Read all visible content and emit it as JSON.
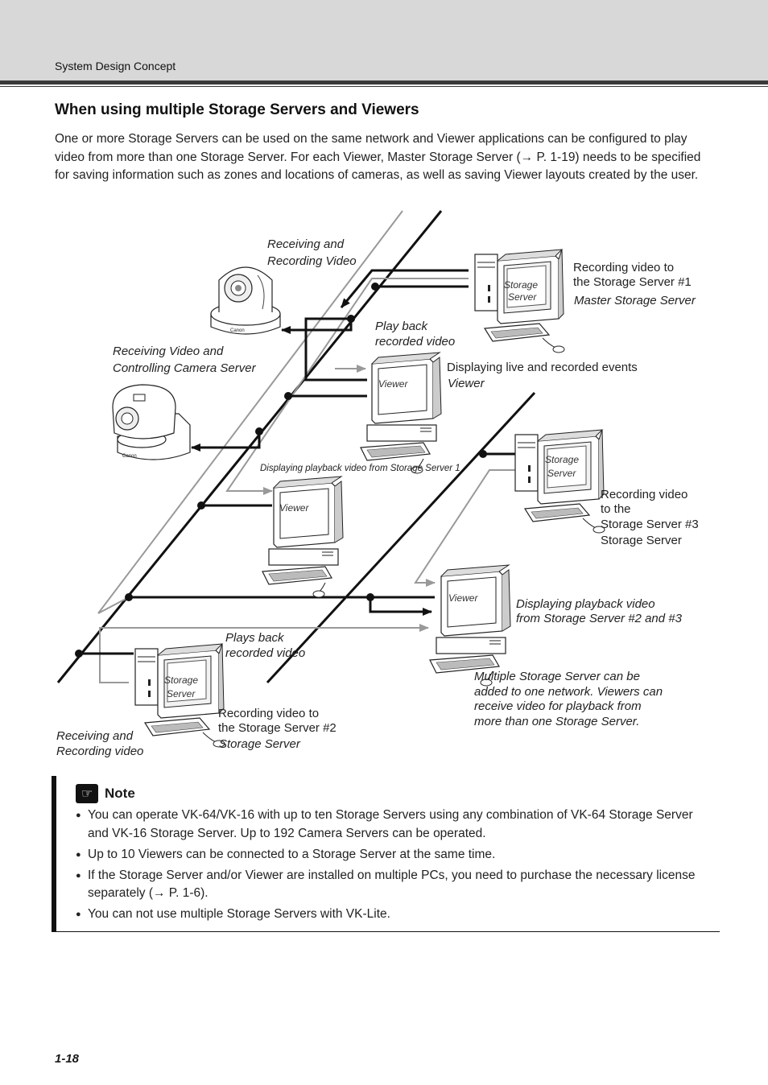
{
  "header": {
    "section": "System Design Concept"
  },
  "heading": "When using multiple Storage Servers and Viewers",
  "intro": "One or more Storage Servers can be used on the same network and Viewer applications can be configured to play video from more than one Storage Server. For each Viewer, Master Storage Server (→ P. 1-19) needs to be specified for saving information such as zones and locations of cameras, as well as saving Viewer layouts created by the user.",
  "diagram": {
    "screen_storage_1": "Storage",
    "screen_storage_2": "Server",
    "screen_viewer": "Viewer",
    "receiving_recording_video_1": "Receiving and",
    "receiving_recording_video_2": "Recording Video",
    "recording_to_ss1_1": "Recording video to",
    "recording_to_ss1_2": "the Storage Server #1",
    "master_storage_server": "Master Storage Server",
    "play_back_1": "Play back",
    "play_back_2": "recorded video",
    "receiving_controlling_1": "Receiving Video and",
    "receiving_controlling_2": "Controlling Camera Server",
    "displaying_live_1": "Displaying live and recorded events",
    "displaying_live_2": "Viewer",
    "displaying_playback_ss1": "Displaying playback video from Storage Server 1",
    "recording_to_ss3_1": "Recording video",
    "recording_to_ss3_2": "to the",
    "recording_to_ss3_3": "Storage Server #3",
    "recording_to_ss3_4": "Storage Server",
    "displaying_playback_23_1": "Displaying playback video",
    "displaying_playback_23_2": "from Storage Server #2 and #3",
    "plays_back_1": "Plays back",
    "plays_back_2": "recorded video",
    "multiple_1": "Multiple Storage Server can be",
    "multiple_2": "added to one network. Viewers can",
    "multiple_3": "receive video for playback from",
    "multiple_4": "more than one Storage Server.",
    "recording_to_ss2_1": "Recording video to",
    "recording_to_ss2_2": "the Storage Server #2",
    "recording_to_ss2_3": "Storage Server",
    "receiving_recording_lower_1": "Receiving and",
    "receiving_recording_lower_2": "Recording video"
  },
  "note": {
    "title": "Note",
    "icon": "pointing-hand-icon",
    "items": [
      "You can operate VK-64/VK-16 with up to ten Storage Servers using any combination of VK-64 Storage Server and VK-16 Storage Server. Up to 192 Camera Servers can be operated.",
      "Up to 10 Viewers can be connected to a Storage Server at the same time.",
      "If the Storage Server and/or Viewer are installed on multiple PCs, you need to purchase the necessary license separately (→ P. 1-6).",
      "You can not use multiple Storage Servers with VK-Lite."
    ]
  },
  "page_number": "1-18"
}
